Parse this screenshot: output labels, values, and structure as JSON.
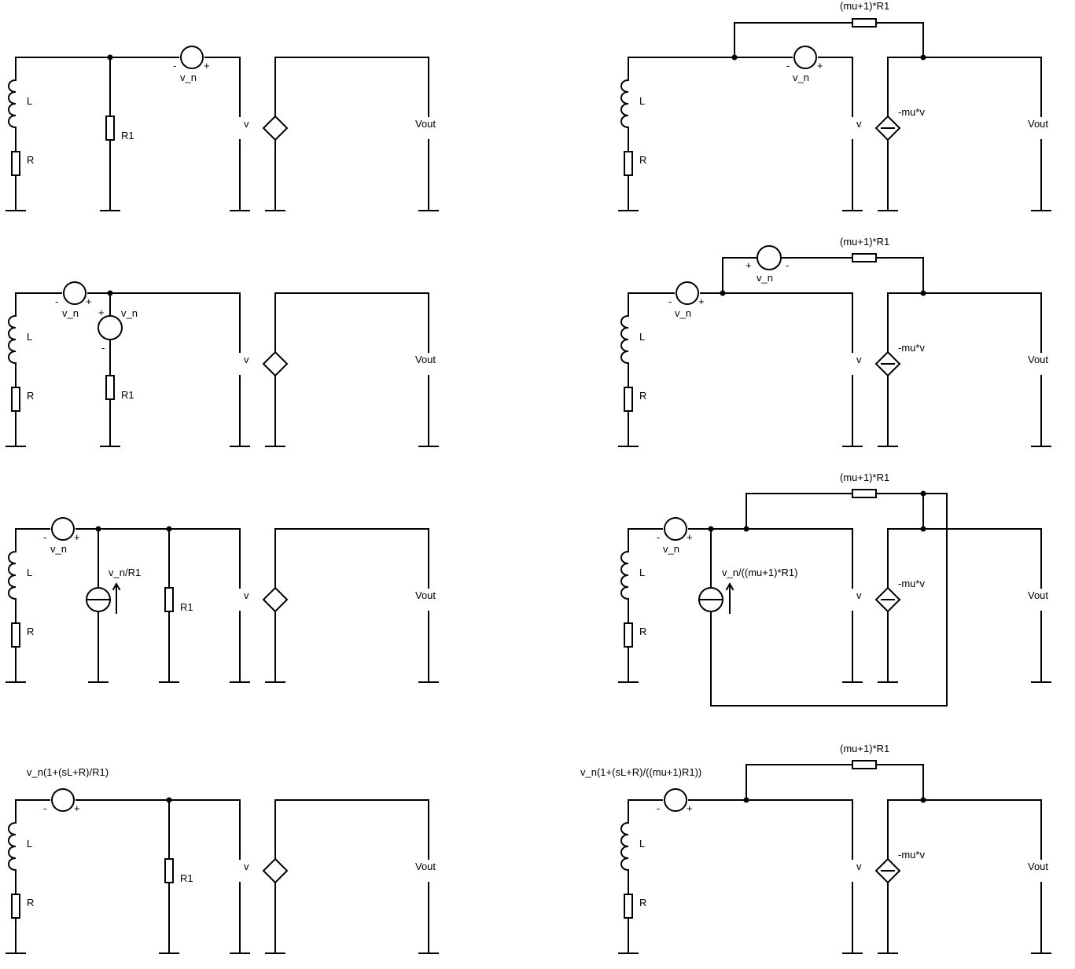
{
  "labels": {
    "L": "L",
    "R": "R",
    "R1": "R1",
    "v": "v",
    "Vout": "Vout",
    "v_n": "v_n",
    "plus": "+",
    "minus": "-",
    "feedback_resistor": "(mu+1)*R1",
    "dependent_source": "-mu*v",
    "current_source_left": "v_n/R1",
    "current_source_right": "v_n/((mu+1)*R1)",
    "equiv_source_left": "v_n(1+(sL+R)/R1)",
    "equiv_source_right": "v_n(1+(sL+R)/((mu+1)R1))"
  }
}
